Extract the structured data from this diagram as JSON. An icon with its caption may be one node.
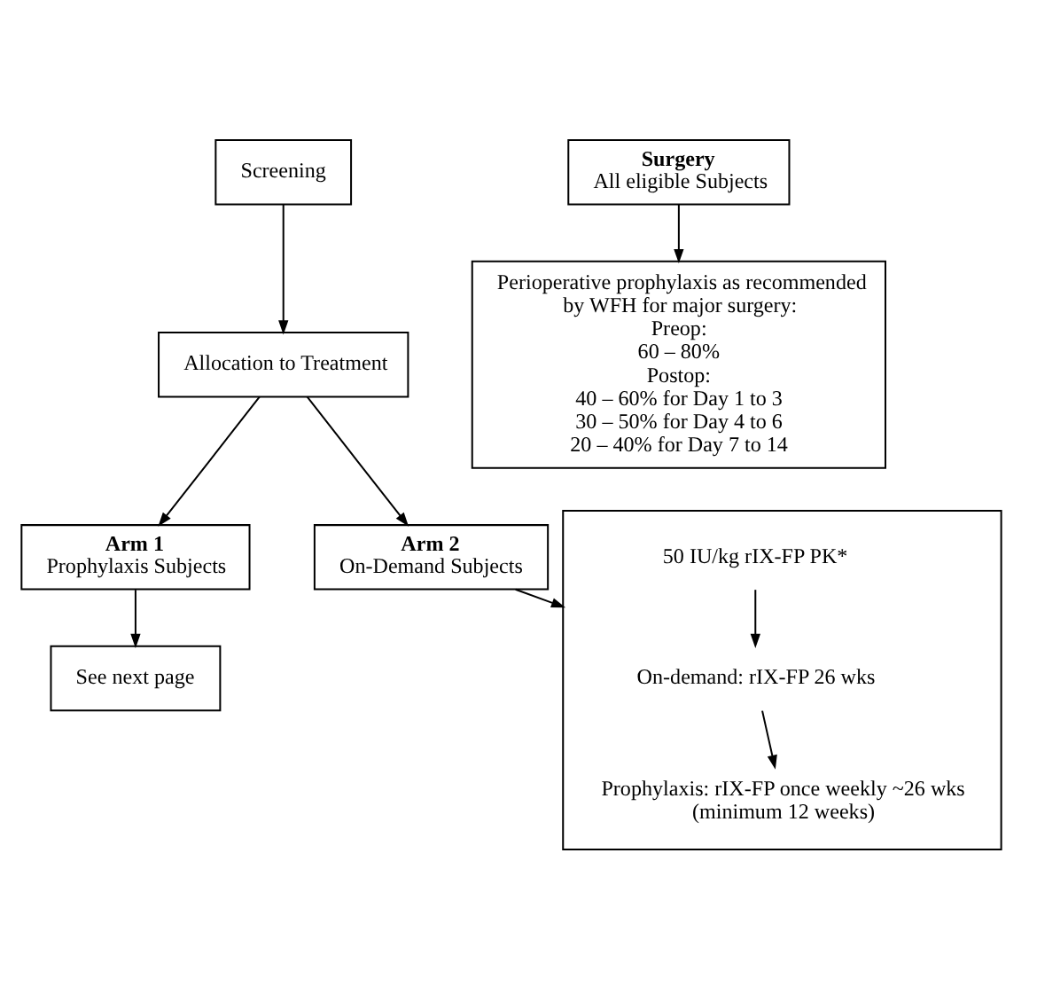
{
  "diagram": {
    "nodes": [
      {
        "text": [
          "Screening"
        ]
      },
      {
        "text": [
          "Allocation to Treatment"
        ]
      },
      {
        "text": [
          "Arm 1",
          "Prophylaxis Subjects"
        ]
      },
      {
        "text": [
          "See next page"
        ]
      },
      {
        "text": [
          "Arm 2",
          "On-Demand Subjects"
        ]
      },
      {
        "text": [],
        "shape": "box"
      },
      {
        "text": [
          "50 IU/kg rIX-FP PK*"
        ],
        "in": 5
      },
      {
        "text": [
          "On-demand: rIX-FP 26 wks"
        ],
        "in": 5
      },
      {
        "text": [
          "Prophylaxis: rIX-FP once weekly ~26 wks (minimum 12 weeks)"
        ],
        "in": 5
      },
      {
        "text": [
          "Surgery",
          "All eligible Subjects"
        ]
      },
      {
        "text": [
          "Perioperative prophylaxis as recommended by WFH for major surgery:",
          "Preop:",
          "60 – 80%",
          "Postop:",
          "40 – 60% for Day 1 to 3",
          "30 – 50% for Day 4 to 6",
          "20 – 40% for Day 7 to 14"
        ]
      }
    ],
    "edges": [
      {
        "from": 0,
        "to": 1,
        "arrow": "to"
      },
      {
        "from": 1,
        "to": 2,
        "arrow": "to"
      },
      {
        "from": 1,
        "to": 4,
        "arrow": "to"
      },
      {
        "from": 2,
        "to": 3,
        "arrow": "to"
      },
      {
        "from": 4,
        "to": 5,
        "arrow": "to"
      },
      {
        "from": 6,
        "to": 7,
        "arrow": "to"
      },
      {
        "from": 7,
        "to": 8,
        "arrow": "to"
      },
      {
        "from": 9,
        "to": 10,
        "arrow": "to"
      }
    ]
  }
}
